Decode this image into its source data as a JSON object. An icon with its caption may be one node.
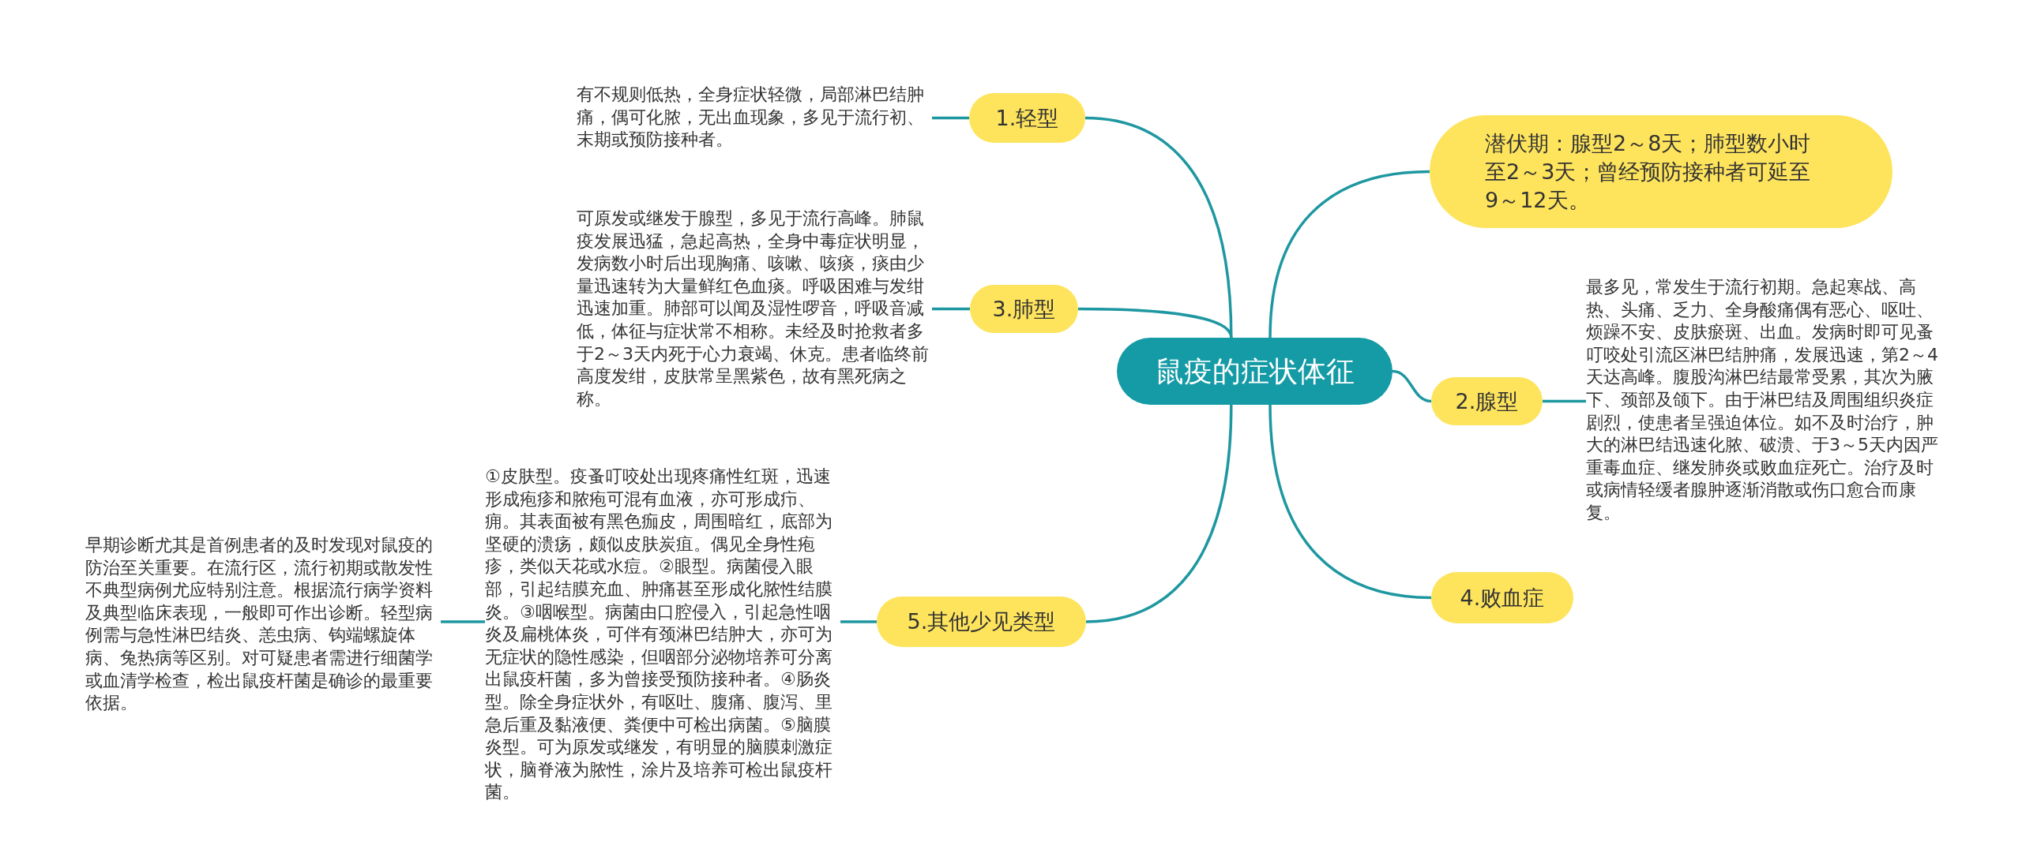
{
  "diagram": {
    "nodes": [
      {
        "text": [
          "鼠疫的症状体征"
        ]
      },
      {
        "text": [
          "1.轻型"
        ]
      },
      {
        "text": [
          "有不规则低热，全身症状轻微，局部淋巴结肿痛，偶可化脓，无出血现象，多见于流行初、末期或预防接种者。"
        ]
      },
      {
        "text": [
          "3.肺型"
        ]
      },
      {
        "text": [
          "可原发或继发于腺型，多见于流行高峰。肺鼠疫发展迅猛，急起高热，全身中毒症状明显，发病数小时后出现胸痛、咳嗽、咳痰，痰由少量迅速转为大量鲜红色血痰。呼吸困难与发绀迅速加重。肺部可以闻及湿性啰音，呼吸音减低，体征与症状常不相称。未经及时抢救者多于2～3天内死于心力衰竭、休克。患者临终前高度发绀，皮肤常呈黑紫色，故有黑死病之称。"
        ]
      },
      {
        "text": [
          "5.其他少见类型"
        ]
      },
      {
        "text": [
          "①皮肤型。疫蚤叮咬处出现疼痛性红斑，迅速形成疱疹和脓疱可混有血液，亦可形成疖、痈。其表面被有黑色痂皮，周围暗红，底部为坚硬的溃疡，颇似皮肤炭疽。偶见全身性疱疹，类似天花或水痘。②眼型。病菌侵入眼部，引起结膜充血、肿痛甚至形成化脓性结膜炎。③咽喉型。病菌由口腔侵入，引起急性咽炎及扁桃体炎，可伴有颈淋巴结肿大，亦可为无症状的隐性感染，但咽部分泌物培养可分离出鼠疫杆菌，多为曾接受预防接种者。④肠炎型。除全身症状外，有呕吐、腹痛、腹泻、里急后重及黏液便、粪便中可检出病菌。⑤脑膜炎型。可为原发或继发，有明显的脑膜刺激症状，脑脊液为脓性，涂片及培养可检出鼠疫杆菌。"
        ]
      },
      {
        "text": [
          "早期诊断尤其是首例患者的及时发现对鼠疫的防治至关重要。在流行区，流行初期或散发性不典型病例尤应特别注意。根据流行病学资料及典型临床表现，一般即可作出诊断。轻型病例需与急性淋巴结炎、恙虫病、钩端螺旋体病、兔热病等区别。对可疑患者需进行细菌学或血清学检查，检出鼠疫杆菌是确诊的最重要依据。"
        ]
      },
      {
        "text": [
          "潜伏期：腺型2～8天；肺型数小时至2～3天；曾经预防接种者可延至9～12天。"
        ]
      },
      {
        "text": [
          "2.腺型"
        ]
      },
      {
        "text": [
          "最多见，常发生于流行初期。急起寒战、高热、头痛、乏力、全身酸痛偶有恶心、呕吐、烦躁不安、皮肤瘀斑、出血。发病时即可见蚤叮咬处引流区淋巴结肿痛，发展迅速，第2～4天达高峰。腹股沟淋巴结最常受累，其次为腋下、颈部及颌下。由于淋巴结及周围组织炎症剧烈，使患者呈强迫体位。如不及时治疗，肿大的淋巴结迅速化脓、破溃、于3～5天内因严重毒血症、继发肺炎或败血症死亡。治疗及时或病情轻缓者腺肿逐渐消散或伤口愈合而康复。"
        ]
      },
      {
        "text": [
          "4.败血症"
        ]
      }
    ],
    "edges": [
      {
        "from": 0,
        "to": 1,
        "arrow": "none"
      },
      {
        "from": 1,
        "to": 2,
        "arrow": "none"
      },
      {
        "from": 0,
        "to": 3,
        "arrow": "none"
      },
      {
        "from": 3,
        "to": 4,
        "arrow": "none"
      },
      {
        "from": 0,
        "to": 5,
        "arrow": "none"
      },
      {
        "from": 5,
        "to": 6,
        "arrow": "none"
      },
      {
        "from": 6,
        "to": 7,
        "arrow": "none"
      },
      {
        "from": 0,
        "to": 8,
        "arrow": "none"
      },
      {
        "from": 0,
        "to": 9,
        "arrow": "none"
      },
      {
        "from": 9,
        "to": 10,
        "arrow": "none"
      },
      {
        "from": 0,
        "to": 11,
        "arrow": "none"
      }
    ]
  }
}
